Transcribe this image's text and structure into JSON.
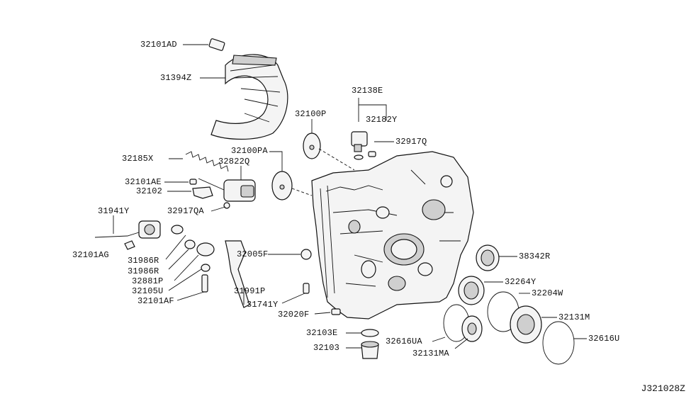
{
  "diagram_id": "J321028Z",
  "labels": {
    "l_32101AD": "32101AD",
    "l_31394Z": "31394Z",
    "l_32138E": "32138E",
    "l_32100P": "32100P",
    "l_32182Y": "32182Y",
    "l_32917Q": "32917Q",
    "l_32185X": "32185X",
    "l_32100PA": "32100PA",
    "l_32822Q": "32822Q",
    "l_32101AE": "32101AE",
    "l_32102": "32102",
    "l_32917QA": "32917QA",
    "l_31941Y": "31941Y",
    "l_32101AG": "32101AG",
    "l_31986R_1": "31986R",
    "l_31986R_2": "31986R",
    "l_32881P": "32881P",
    "l_32105U": "32105U",
    "l_32101AF": "32101AF",
    "l_31991P": "31991P",
    "l_32005F": "32005F",
    "l_31741Y": "31741Y",
    "l_32020F": "32020F",
    "l_32103E": "32103E",
    "l_32103": "32103",
    "l_38342R": "38342R",
    "l_32264Y": "32264Y",
    "l_32204W": "32204W",
    "l_32616UA": "32616UA",
    "l_32131M": "32131M",
    "l_32131MA": "32131MA",
    "l_32616U": "32616U"
  }
}
